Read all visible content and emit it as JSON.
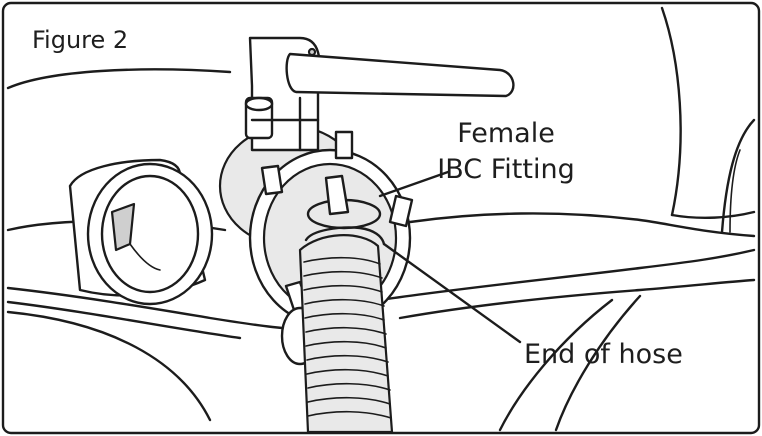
{
  "figure": {
    "label": "Figure 2"
  },
  "callouts": {
    "female_fitting_line1": "Female",
    "female_fitting_line2": "IBC Fitting",
    "hose_end": "End of hose"
  },
  "colors": {
    "line": "#1c1c1c",
    "background": "#ffffff",
    "shade": "#e9e9e9"
  }
}
